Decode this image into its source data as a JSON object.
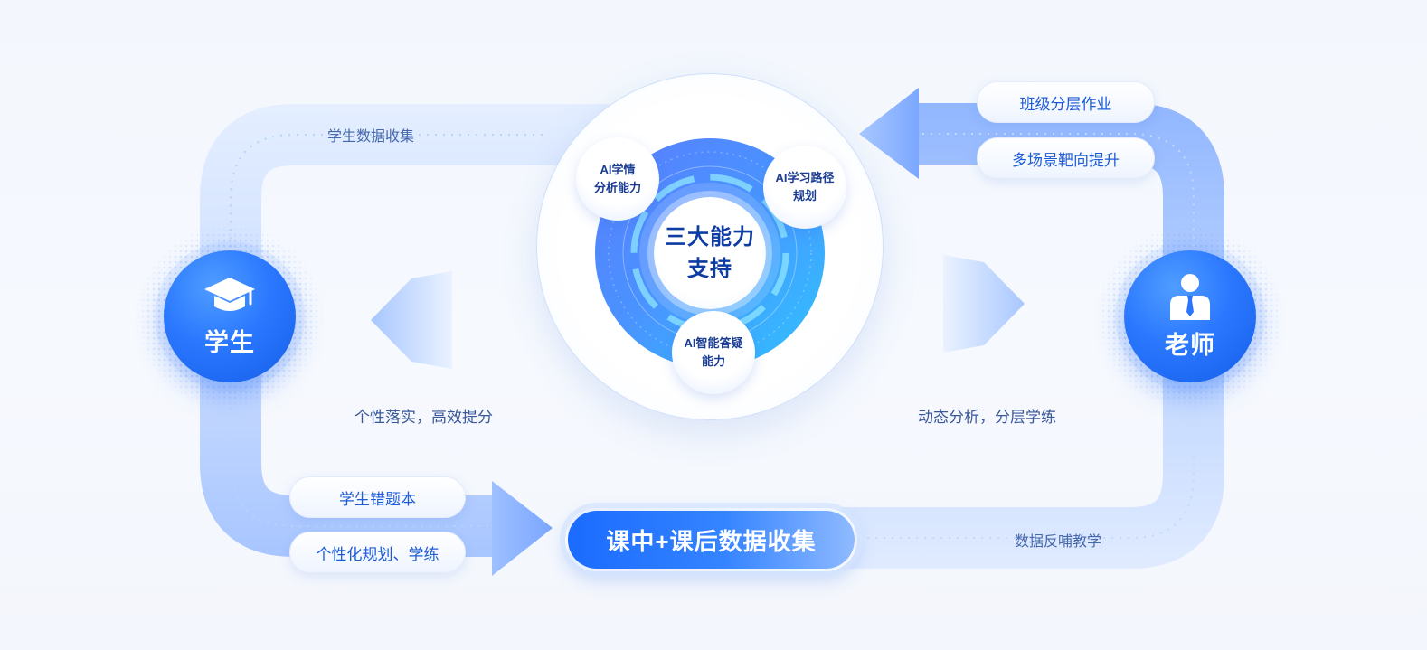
{
  "student": {
    "label": "学生",
    "icon": "graduation-cap-icon"
  },
  "teacher": {
    "label": "老师",
    "icon": "teacher-person-icon"
  },
  "core": {
    "line1": "三大能力",
    "line2": "支持"
  },
  "abilities": [
    {
      "line1": "AI学情",
      "line2": "分析能力"
    },
    {
      "line1": "AI学习路径",
      "line2": "规划"
    },
    {
      "line1": "AI智能答疑",
      "line2": "能力"
    }
  ],
  "flow": {
    "student_data_label": "学生数据收集",
    "left_caption": "个性落实，高效提分",
    "right_caption": "动态分析，分层学练",
    "feedback_label": "数据反哺教学",
    "collection_label": "课中+课后数据收集"
  },
  "teacher_outputs": [
    "班级分层作业",
    "多场景靶向提升"
  ],
  "student_outputs": [
    "学生错题本",
    "个性化规划、学练"
  ],
  "colors": {
    "primary": "#1f6bff",
    "band_light": "#dde9ff",
    "band_strong": "#86afff",
    "pill_text": "#1d5cd6",
    "muted_text": "#4567ab",
    "core_text": "#0d3ca3",
    "ring_start": "#5a7dff",
    "ring_end": "#2fc4ff"
  }
}
